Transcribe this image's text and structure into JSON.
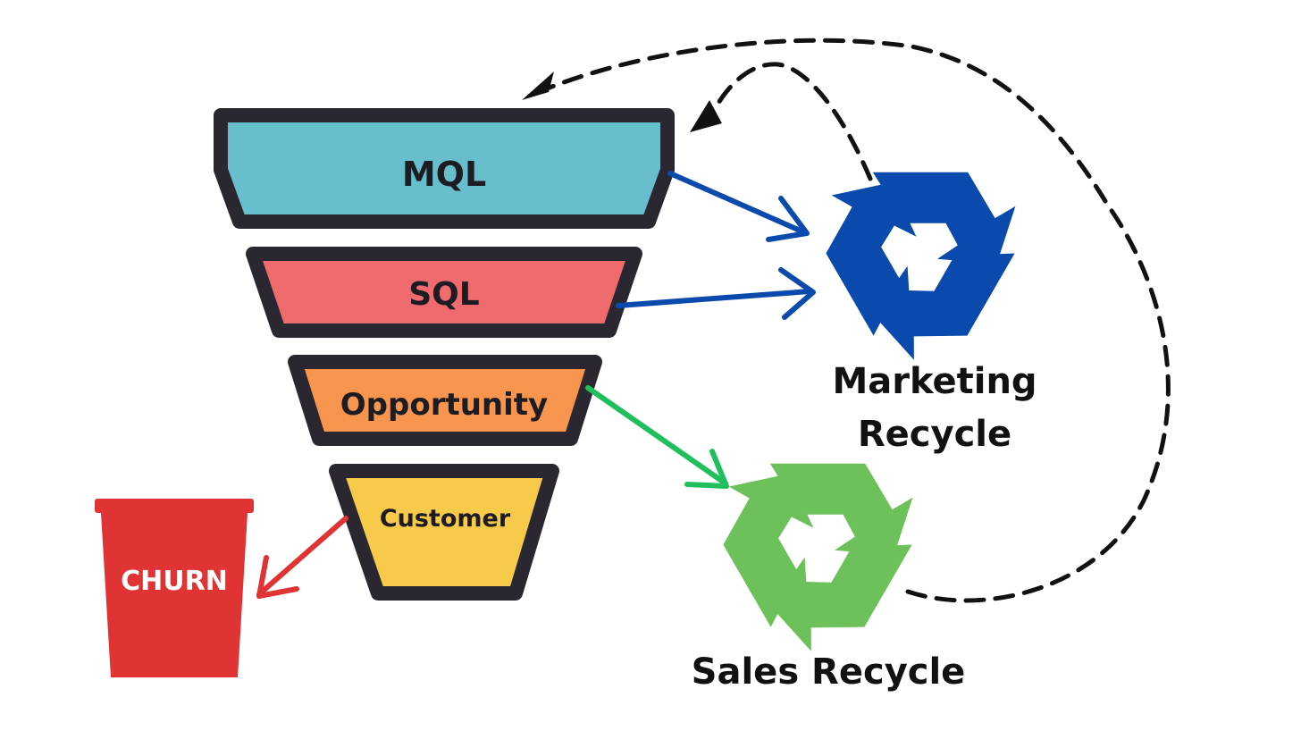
{
  "funnel": {
    "stages": [
      {
        "label": "MQL",
        "color": "#67bfcd"
      },
      {
        "label": "SQL",
        "color": "#ef6b6e"
      },
      {
        "label": "Opportunity",
        "color": "#f7944d"
      },
      {
        "label": "Customer",
        "color": "#f7ca4a"
      }
    ],
    "outline_color": "#2a2730"
  },
  "marketing_recycle": {
    "line1": "Marketing",
    "line2": "Recycle",
    "icon": "recycle-icon",
    "color": "#0a4aad"
  },
  "sales_recycle": {
    "label": "Sales Recycle",
    "icon": "recycle-icon",
    "color": "#6cc15a"
  },
  "churn": {
    "label": "CHURN",
    "icon": "bucket-icon",
    "color": "#e03434"
  },
  "arrows": {
    "to_marketing_color": "#0a4aad",
    "to_sales_color": "#1fbf5b",
    "to_churn_color": "#e03434",
    "loop_color": "#111111"
  }
}
